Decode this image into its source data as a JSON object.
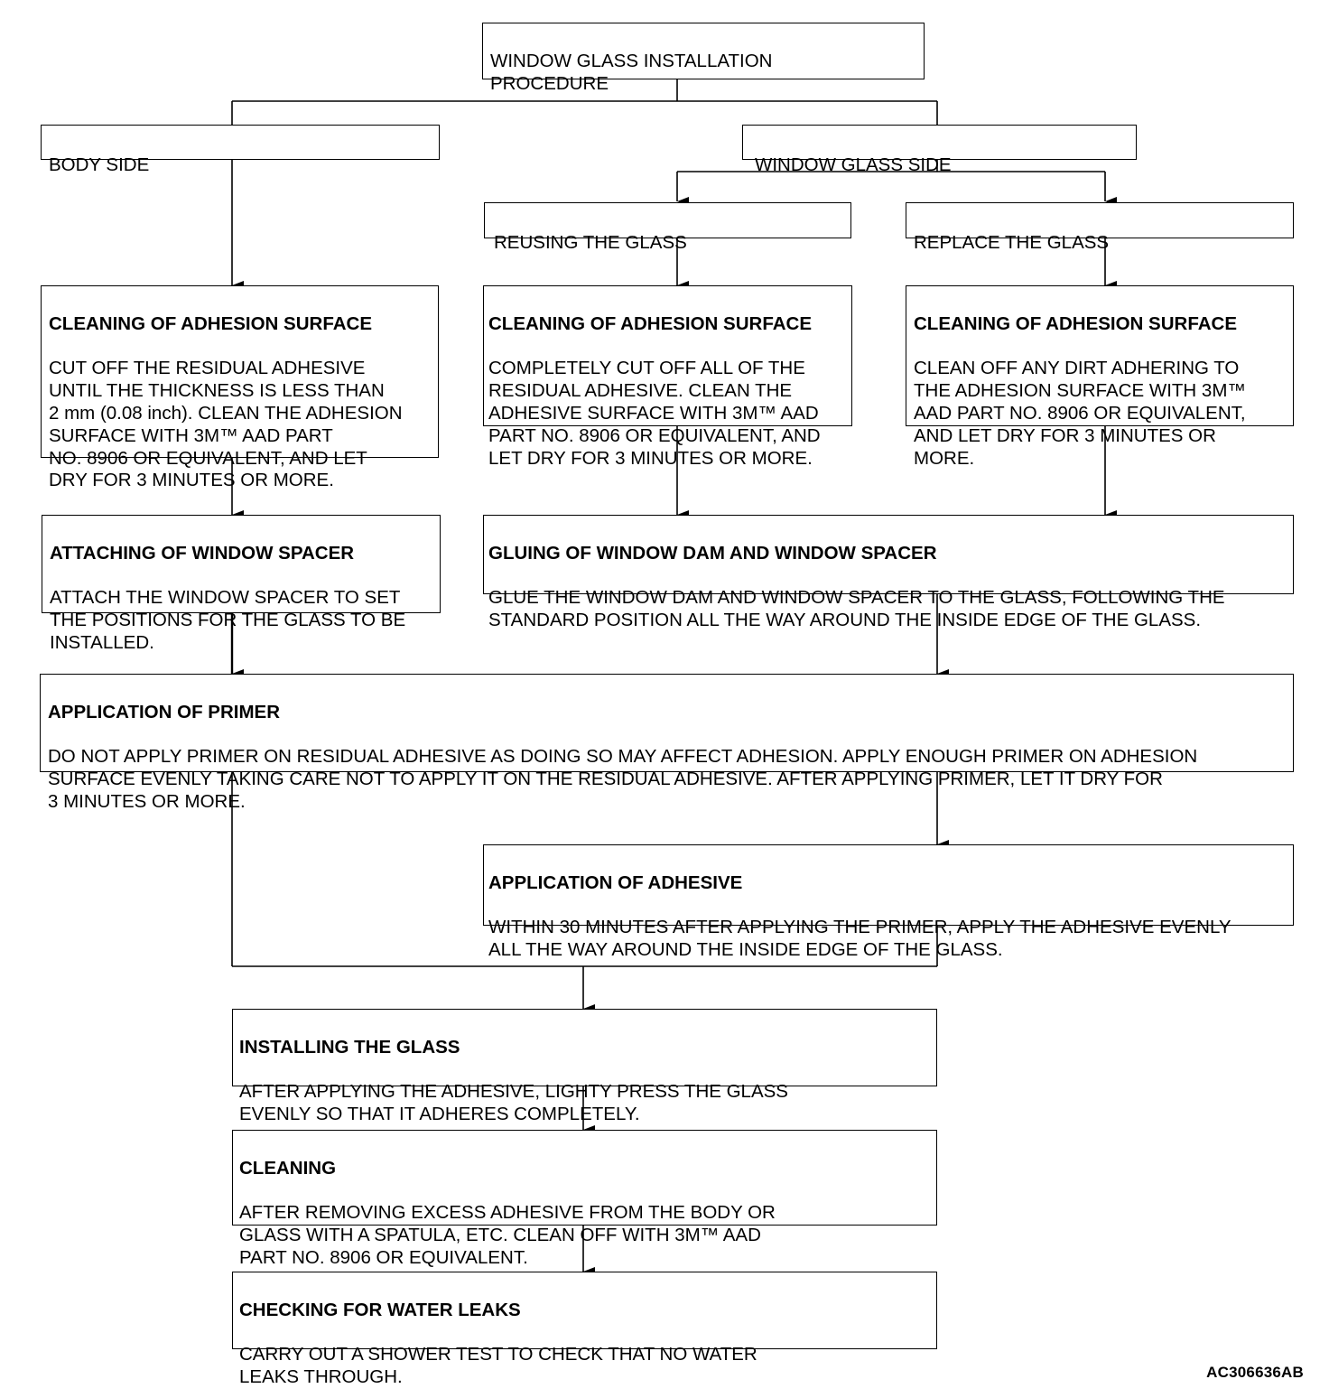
{
  "diagram": {
    "figure_id": "AC306636AB",
    "nodes": {
      "start": {
        "title": "WINDOW GLASS INSTALLATION\nPROCEDURE"
      },
      "body_side": {
        "title": "BODY SIDE"
      },
      "glass_side": {
        "title": "WINDOW GLASS SIDE"
      },
      "reusing": {
        "title": "REUSING THE GLASS"
      },
      "replace": {
        "title": "REPLACE  THE GLASS"
      },
      "clean_body": {
        "title": "CLEANING OF ADHESION SURFACE",
        "body": "CUT OFF THE RESIDUAL ADHESIVE\nUNTIL THE THICKNESS IS LESS THAN\n2 mm (0.08 inch). CLEAN THE ADHESION\nSURFACE WITH 3M™ AAD PART\nNO. 8906 OR EQUIVALENT, AND LET\nDRY FOR 3 MINUTES OR MORE."
      },
      "clean_reuse": {
        "title": "CLEANING OF ADHESION SURFACE",
        "body": "COMPLETELY CUT OFF ALL OF THE\nRESIDUAL ADHESIVE. CLEAN THE\nADHESIVE SURFACE WITH 3M™ AAD\nPART NO. 8906 OR EQUIVALENT, AND\nLET DRY FOR 3 MINUTES OR MORE."
      },
      "clean_replace": {
        "title": "CLEANING OF ADHESION SURFACE",
        "body": "CLEAN OFF ANY DIRT ADHERING TO\nTHE ADHESION SURFACE WITH 3M™\nAAD PART NO. 8906 OR EQUIVALENT,\nAND LET DRY FOR 3 MINUTES OR\nMORE."
      },
      "spacer": {
        "title": "ATTACHING OF WINDOW SPACER",
        "body": "ATTACH THE WINDOW SPACER TO SET\nTHE POSITIONS FOR THE GLASS TO BE\nINSTALLED."
      },
      "gluing": {
        "title": "GLUING OF WINDOW DAM AND WINDOW SPACER",
        "body": "GLUE THE WINDOW DAM AND WINDOW SPACER TO THE GLASS, FOLLOWING THE\nSTANDARD POSITION ALL THE WAY AROUND THE INSIDE EDGE OF THE GLASS."
      },
      "primer": {
        "title": "APPLICATION OF PRIMER",
        "body": "DO NOT APPLY PRIMER ON RESIDUAL ADHESIVE AS DOING SO MAY AFFECT ADHESION. APPLY ENOUGH PRIMER ON ADHESION\nSURFACE EVENLY TAKING CARE NOT TO APPLY IT ON THE RESIDUAL ADHESIVE. AFTER APPLYING PRIMER, LET IT DRY FOR\n3 MINUTES OR MORE."
      },
      "adhesive": {
        "title": "APPLICATION OF ADHESIVE",
        "body": "WITHIN 30 MINUTES AFTER APPLYING THE PRIMER, APPLY THE ADHESIVE EVENLY\nALL THE WAY AROUND THE INSIDE EDGE OF THE GLASS."
      },
      "installing": {
        "title": "INSTALLING THE GLASS",
        "body": "AFTER APPLYING THE ADHESIVE, LIGHTY  PRESS THE GLASS\nEVENLY SO THAT IT ADHERES COMPLETELY."
      },
      "cleaning": {
        "title": "CLEANING",
        "body": "AFTER REMOVING EXCESS ADHESIVE FROM THE BODY OR\nGLASS WITH A SPATULA, ETC. CLEAN OFF  WITH 3M™ AAD\nPART NO. 8906 OR EQUIVALENT."
      },
      "leaks": {
        "title": "CHECKING FOR WATER  LEAKS",
        "body": "CARRY OUT A SHOWER TEST TO CHECK THAT NO WATER\nLEAKS THROUGH."
      }
    }
  }
}
